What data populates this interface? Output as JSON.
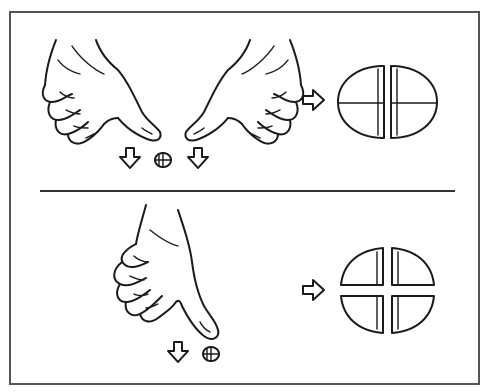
{
  "diagram": {
    "title": "",
    "panels": [
      {
        "id": "top",
        "action": "two-hands-snap-tablet",
        "left_icon": "hand-thumb-press-icon",
        "right_icon": "hand-thumb-press-icon",
        "result": "tablet-halves-icon",
        "result_pieces": 2
      },
      {
        "id": "bottom",
        "action": "one-hand-press-tablet",
        "left_icon": "hand-thumb-press-icon",
        "result": "tablet-quarters-icon",
        "result_pieces": 4
      }
    ],
    "colors": {
      "line": "#1a1a1a",
      "frame": "#555555",
      "background": "#ffffff"
    }
  }
}
